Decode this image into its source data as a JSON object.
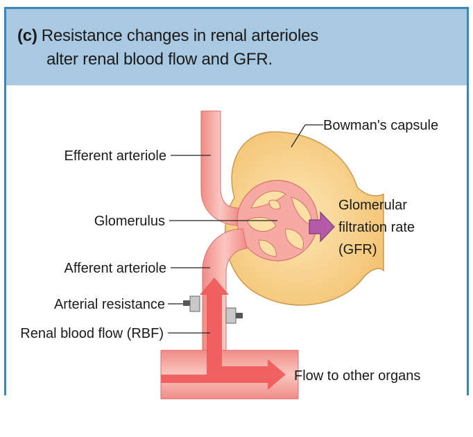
{
  "title": {
    "part": "(c)",
    "line1": "Resistance changes in renal arterioles",
    "line2": "alter renal blood flow and GFR."
  },
  "labels": {
    "bowmans_capsule": "Bowman's capsule",
    "efferent_arteriole": "Efferent arteriole",
    "glomerulus": "Glomerulus",
    "gfr_line1": "Glomerular",
    "gfr_line2": "filtration rate",
    "gfr_line3": "(GFR)",
    "afferent_arteriole": "Afferent arteriole",
    "arterial_resistance": "Arterial resistance",
    "renal_blood_flow": "Renal blood flow (RBF)",
    "flow_to_other_organs": "Flow to other organs"
  },
  "colors": {
    "header_bg": "#a9c9e2",
    "border": "#3a86b8",
    "capsule": "#f6c97c",
    "vessel": "#f7a7a0",
    "flow_arrow": "#ef5a5a",
    "gfr_arrow": "#b45ba8"
  }
}
